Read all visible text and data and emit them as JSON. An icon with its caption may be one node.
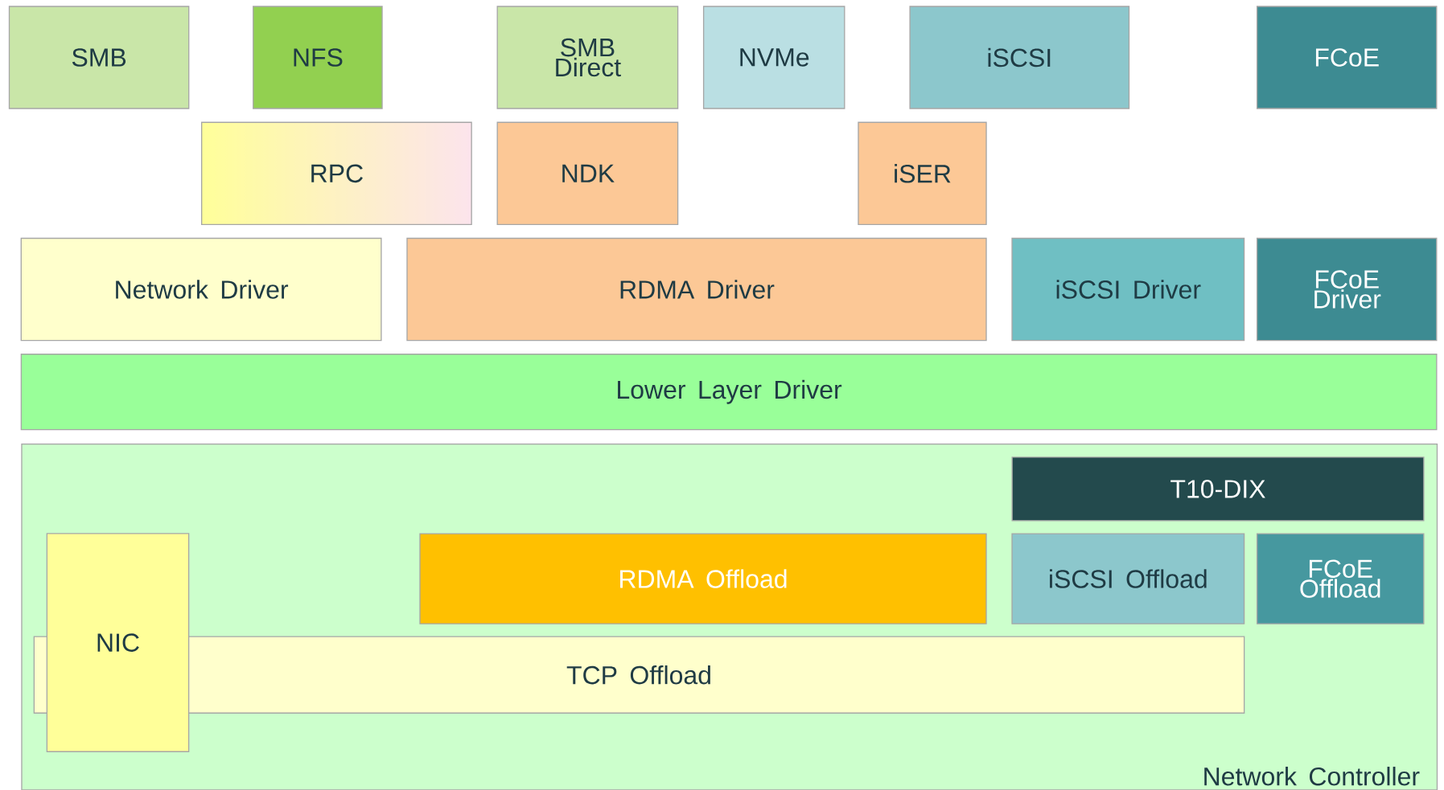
{
  "diagram": {
    "nodes": [
      {
        "text": [
          "SMB"
        ]
      },
      {
        "text": [
          "NFS"
        ]
      },
      {
        "text": [
          "SMB Direct"
        ]
      },
      {
        "text": [
          "NVMe"
        ]
      },
      {
        "text": [
          "iSCSI"
        ]
      },
      {
        "text": [
          "FCoE"
        ]
      },
      {
        "text": [
          "RPC"
        ]
      },
      {
        "text": [
          "NDK"
        ]
      },
      {
        "text": [
          "iSER"
        ]
      },
      {
        "text": [
          "Network Driver"
        ]
      },
      {
        "text": [
          "RDMA Driver"
        ]
      },
      {
        "text": [
          "iSCSI Driver"
        ]
      },
      {
        "text": [
          "FCoE Driver"
        ]
      },
      {
        "text": [
          "Lower Layer Driver"
        ]
      },
      {
        "text": [
          "Network Controller"
        ]
      },
      {
        "text": [
          "T10-DIX"
        ],
        "in": 14
      },
      {
        "text": [
          "RDMA Offload"
        ],
        "in": 14
      },
      {
        "text": [
          "iSCSI Offload"
        ],
        "in": 14
      },
      {
        "text": [
          "FCoE Offload"
        ],
        "in": 14
      },
      {
        "text": [
          "NIC"
        ],
        "in": 14
      },
      {
        "text": [
          "TCP Offload"
        ],
        "in": 14
      }
    ]
  }
}
